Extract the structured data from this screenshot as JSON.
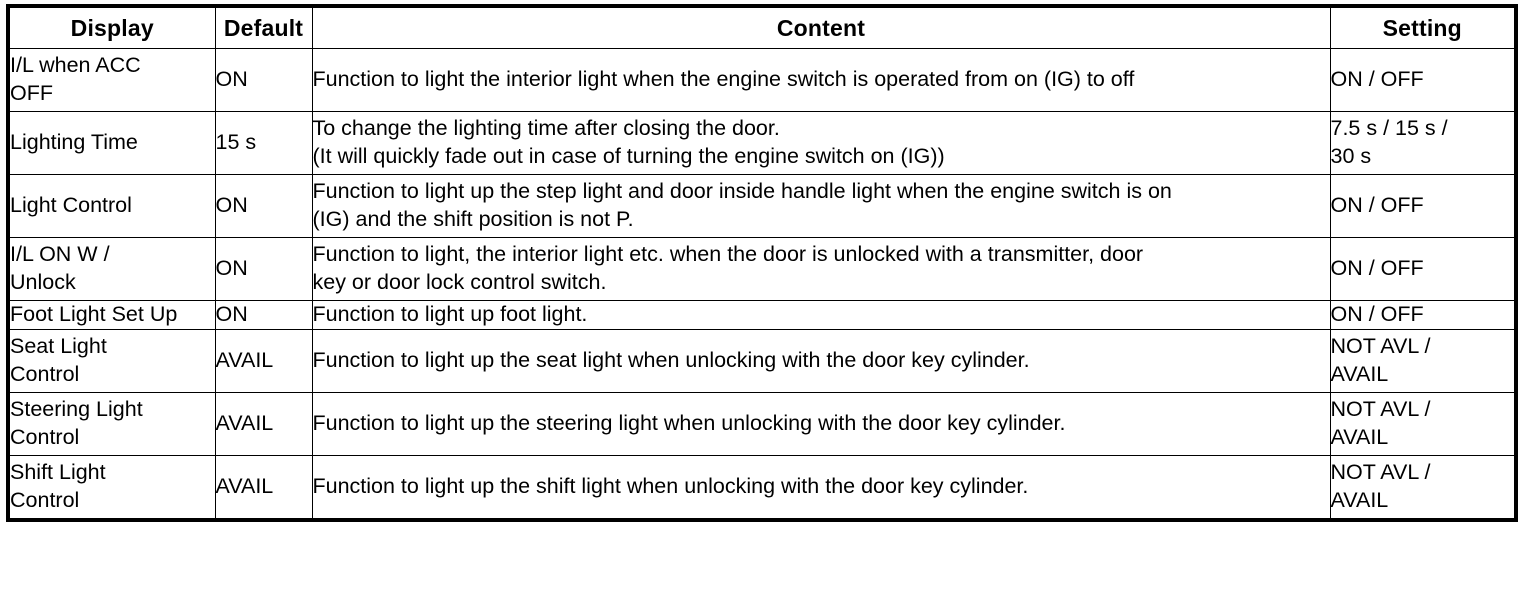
{
  "table": {
    "columns": [
      {
        "key": "display",
        "label": "Display"
      },
      {
        "key": "default",
        "label": "Default"
      },
      {
        "key": "content",
        "label": "Content"
      },
      {
        "key": "setting",
        "label": "Setting"
      }
    ],
    "rows": [
      {
        "display_line1": "I/L when ACC",
        "display_line2": "OFF",
        "default": "ON",
        "content_line1": "Function to light the interior light when the engine switch is operated from on (IG) to off",
        "content_line2": "",
        "setting_line1": "ON / OFF",
        "setting_line2": ""
      },
      {
        "display_line1": "Lighting Time",
        "display_line2": "",
        "default": "15 s",
        "content_line1": "To change the lighting time after closing the door.",
        "content_line2": "(It will quickly fade out in case of turning the engine switch on (IG))",
        "setting_line1": "7.5 s / 15 s /",
        "setting_line2": "30 s"
      },
      {
        "display_line1": "Light Control",
        "display_line2": "",
        "default": "ON",
        "content_line1": "Function to light up the step light and door inside handle light when the engine switch is on",
        "content_line2": "(IG) and the shift position is not P.",
        "setting_line1": "ON / OFF",
        "setting_line2": ""
      },
      {
        "display_line1": "I/L ON W /",
        "display_line2": "Unlock",
        "default": "ON",
        "content_line1": "Function to light, the interior light etc. when the door is unlocked with a transmitter, door",
        "content_line2": "key or door lock control switch.",
        "setting_line1": "ON / OFF",
        "setting_line2": ""
      },
      {
        "display_line1": "Foot Light Set Up",
        "display_line2": "",
        "default": "ON",
        "content_line1": "Function to light up foot light.",
        "content_line2": "",
        "setting_line1": "ON / OFF",
        "setting_line2": ""
      },
      {
        "display_line1": "Seat Light",
        "display_line2": "Control",
        "default": "AVAIL",
        "content_line1": "Function to light up the seat light when unlocking with the door key cylinder.",
        "content_line2": "",
        "setting_line1": "NOT AVL /",
        "setting_line2": "AVAIL"
      },
      {
        "display_line1": "Steering Light",
        "display_line2": "Control",
        "default": "AVAIL",
        "content_line1": "Function to light up the steering light when unlocking with the door key cylinder.",
        "content_line2": "",
        "setting_line1": "NOT AVL /",
        "setting_line2": "AVAIL"
      },
      {
        "display_line1": "Shift Light",
        "display_line2": "Control",
        "default": "AVAIL",
        "content_line1": "Function to light up the shift light when unlocking with the door key cylinder.",
        "content_line2": "",
        "setting_line1": "NOT AVL /",
        "setting_line2": "AVAIL"
      }
    ]
  },
  "colors": {
    "border": "#000000",
    "text": "#000000",
    "background": "#ffffff"
  }
}
